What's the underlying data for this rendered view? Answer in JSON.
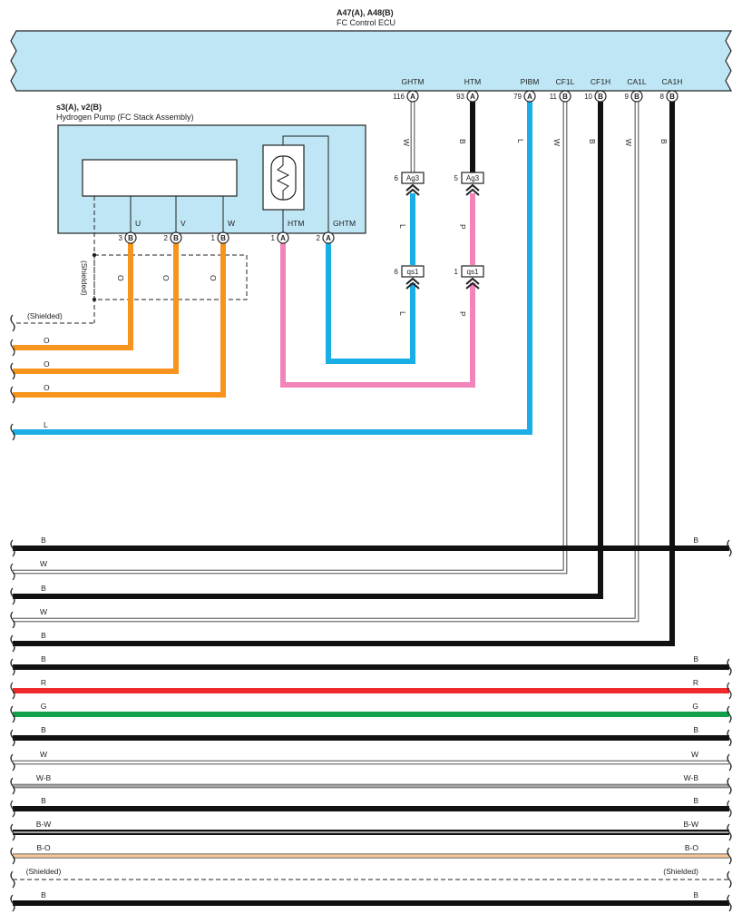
{
  "ecu": {
    "code": "A47(A), A48(B)",
    "name": "FC Control ECU"
  },
  "pump": {
    "code": "s3(A), v2(B)",
    "name": "Hydrogen Pump (FC Stack Assembly)"
  },
  "ecu_pins": [
    {
      "name": "GHTM",
      "num": "116",
      "conn": "A",
      "wire": "W",
      "color": "white"
    },
    {
      "name": "HTM",
      "num": "93",
      "conn": "A",
      "wire": "B",
      "color": "black"
    },
    {
      "name": "PIBM",
      "num": "79",
      "conn": "A",
      "wire": "L",
      "color": "blue"
    },
    {
      "name": "CF1L",
      "num": "11",
      "conn": "B",
      "wire": "W",
      "color": "white"
    },
    {
      "name": "CF1H",
      "num": "10",
      "conn": "B",
      "wire": "B",
      "color": "black"
    },
    {
      "name": "CA1L",
      "num": "9",
      "conn": "B",
      "wire": "W",
      "color": "white"
    },
    {
      "name": "CA1H",
      "num": "8",
      "conn": "B",
      "wire": "B",
      "color": "black"
    }
  ],
  "pump_pins": [
    {
      "name": "U",
      "num": "3",
      "conn": "B",
      "wire": "O"
    },
    {
      "name": "V",
      "num": "2",
      "conn": "B",
      "wire": "O"
    },
    {
      "name": "W",
      "num": "1",
      "conn": "B",
      "wire": "O"
    },
    {
      "name": "HTM",
      "num": "1",
      "conn": "A",
      "wire": "P"
    },
    {
      "name": "GHTM",
      "num": "2",
      "conn": "A",
      "wire": "L"
    }
  ],
  "connectors": [
    {
      "label": "Ag3",
      "pin": "6"
    },
    {
      "label": "Ag3",
      "pin": "5"
    },
    {
      "label": "qs1",
      "pin": "6"
    },
    {
      "label": "qs1",
      "pin": "1"
    }
  ],
  "shielded_label": "(Shielded)",
  "shield_box_wires": [
    "O",
    "O",
    "O"
  ],
  "upper_wires": [
    {
      "label": "(Shielded)",
      "style": "shield"
    },
    {
      "label": "O",
      "color": "#f7941d"
    },
    {
      "label": "O",
      "color": "#f7941d"
    },
    {
      "label": "O",
      "color": "#f7941d"
    },
    {
      "label": "L",
      "color": "#1aaee6"
    }
  ],
  "bus_wires": [
    {
      "left": "B",
      "right": "B",
      "color": "#111111"
    },
    {
      "left": "W",
      "right": "",
      "color": "#ffffff"
    },
    {
      "left": "B",
      "right": "",
      "color": "#111111"
    },
    {
      "left": "W",
      "right": "",
      "color": "#ffffff"
    },
    {
      "left": "B",
      "right": "",
      "color": "#111111"
    },
    {
      "left": "B",
      "right": "B",
      "color": "#111111"
    },
    {
      "left": "R",
      "right": "R",
      "color": "#ee2a2a"
    },
    {
      "left": "G",
      "right": "G",
      "color": "#12a04a"
    },
    {
      "left": "B",
      "right": "B",
      "color": "#111111"
    },
    {
      "left": "W",
      "right": "W",
      "color": "#ffffff"
    },
    {
      "left": "W-B",
      "right": "W-B",
      "color": "#ffffff"
    },
    {
      "left": "B",
      "right": "B",
      "color": "#111111"
    },
    {
      "left": "B-W",
      "right": "B-W",
      "color": "#111111"
    },
    {
      "left": "B-O",
      "right": "B-O",
      "color": "#f5c99a"
    },
    {
      "left": "(Shielded)",
      "right": "(Shielded)",
      "color": "shield"
    },
    {
      "left": "B",
      "right": "B",
      "color": "#111111"
    }
  ],
  "colors": {
    "box_fill": "#bfe6f4",
    "orange": "#f7941d",
    "blue": "#1aaee6",
    "pink": "#f184b8",
    "black": "#111111",
    "red": "#ee2a2a",
    "green": "#12a04a",
    "tan": "#f5c99a"
  }
}
